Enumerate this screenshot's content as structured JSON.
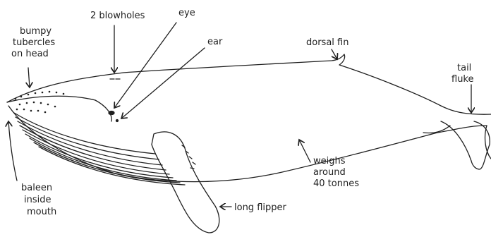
{
  "diagram": {
    "labels": {
      "bumpy_line1": "bumpy",
      "bumpy_line2": "tubercles",
      "bumpy_line3": "on head",
      "blowholes": "2 blowholes",
      "eye": "eye",
      "ear": "ear",
      "dorsal_fin": "dorsal fin",
      "tail_line1": "tail",
      "tail_line2": "fluke",
      "baleen_line1": "baleen",
      "baleen_line2": "inside",
      "baleen_line3": "mouth",
      "weighs_line1": "weighs",
      "weighs_line2": "around",
      "weighs_line3": "40 tonnes",
      "flipper": "long flipper"
    },
    "colors": {
      "ink": "#1f1f1f",
      "background": "#ffffff"
    }
  }
}
